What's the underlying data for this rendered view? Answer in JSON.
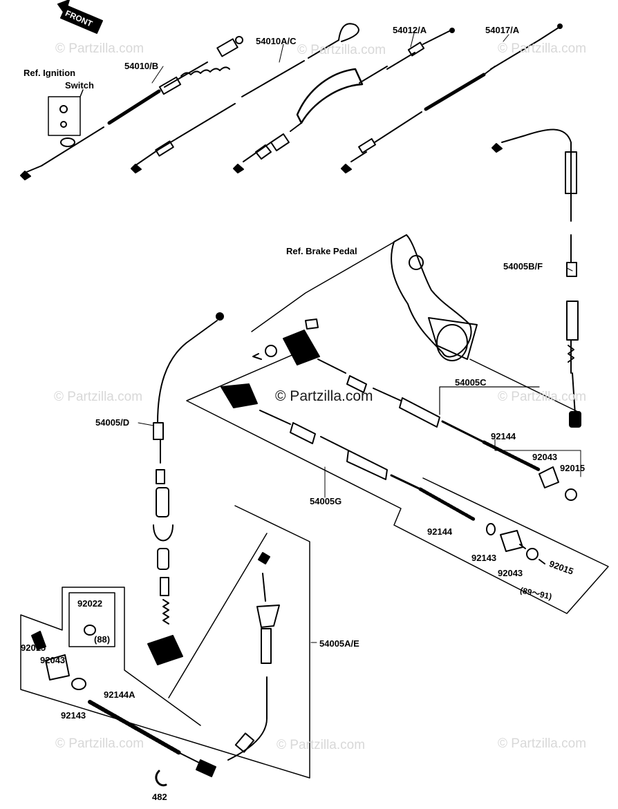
{
  "front_badge": "FRONT",
  "labels": {
    "p54010B": "54010/B",
    "p54010AC": "54010A/C",
    "p54012A": "54012/A",
    "p54017A": "54017/A",
    "ref_ignition_1": "Ref. Ignition",
    "ref_ignition_2": "Switch",
    "ref_brake": "Ref. Brake Pedal",
    "p54005BF": "54005B/F",
    "p54005D": "54005/D",
    "p54005C": "54005C",
    "p92144_a": "92144",
    "p92043_a": "92043",
    "p92015_a": "92015",
    "p54005G": "54005G",
    "p92144_b": "92144",
    "p92143_a": "92143",
    "p92043_b": "92043",
    "p92015_b": "92015",
    "years": "(89～91)",
    "p92022": "92022",
    "p88": "(88)",
    "p54005AE": "54005A/E",
    "p92015_c": "92015",
    "p92043_c": "92043",
    "p92144A": "92144A",
    "p92143_b": "92143",
    "p482": "482"
  },
  "watermarks": {
    "center": "© Partzilla.com",
    "tile": "© Partzilla.com"
  }
}
